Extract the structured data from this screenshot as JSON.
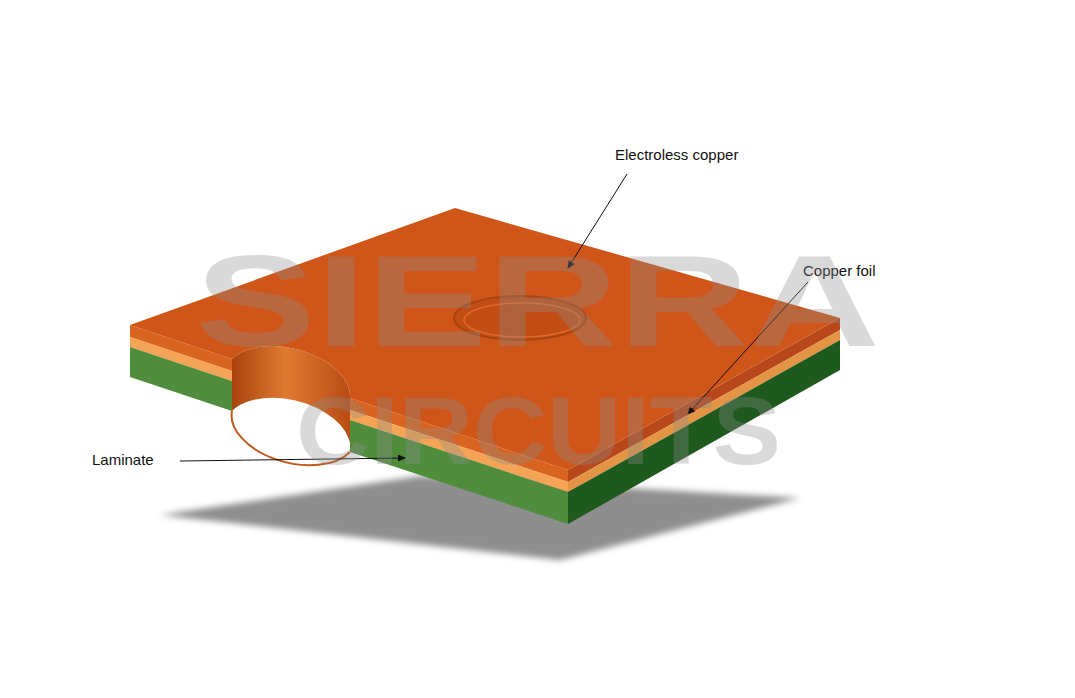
{
  "diagram": {
    "labels": [
      "Electroless copper",
      "Copper foil",
      "Laminate",
      "SIERRA",
      "CIRCUITS"
    ]
  }
}
